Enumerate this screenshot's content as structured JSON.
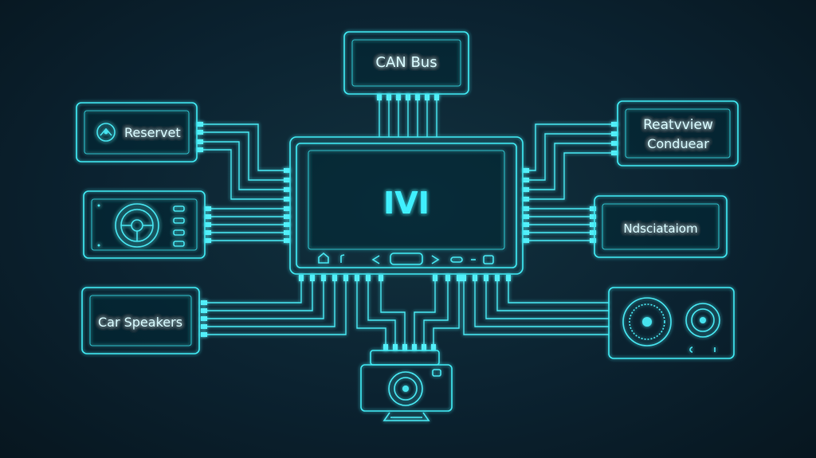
{
  "center": {
    "label": "IVI"
  },
  "modules": {
    "can_bus": {
      "label": "CAN Bus"
    },
    "reservet": {
      "label": "Reservet"
    },
    "rearview": {
      "line1": "Reatvview",
      "line2": "Conduear"
    },
    "ndsciataiom": {
      "label": "Ndsciataiom"
    },
    "car_speakers": {
      "label": "Car Speakers"
    }
  },
  "icons": {
    "reservet": "gauge-icon",
    "steering": "steering-wheel-icon",
    "speakers": "speaker-icon",
    "camera": "camera-icon"
  },
  "colors": {
    "accent": "#3fe6f0",
    "background": "#0b2230",
    "text": "#d9fbff"
  }
}
